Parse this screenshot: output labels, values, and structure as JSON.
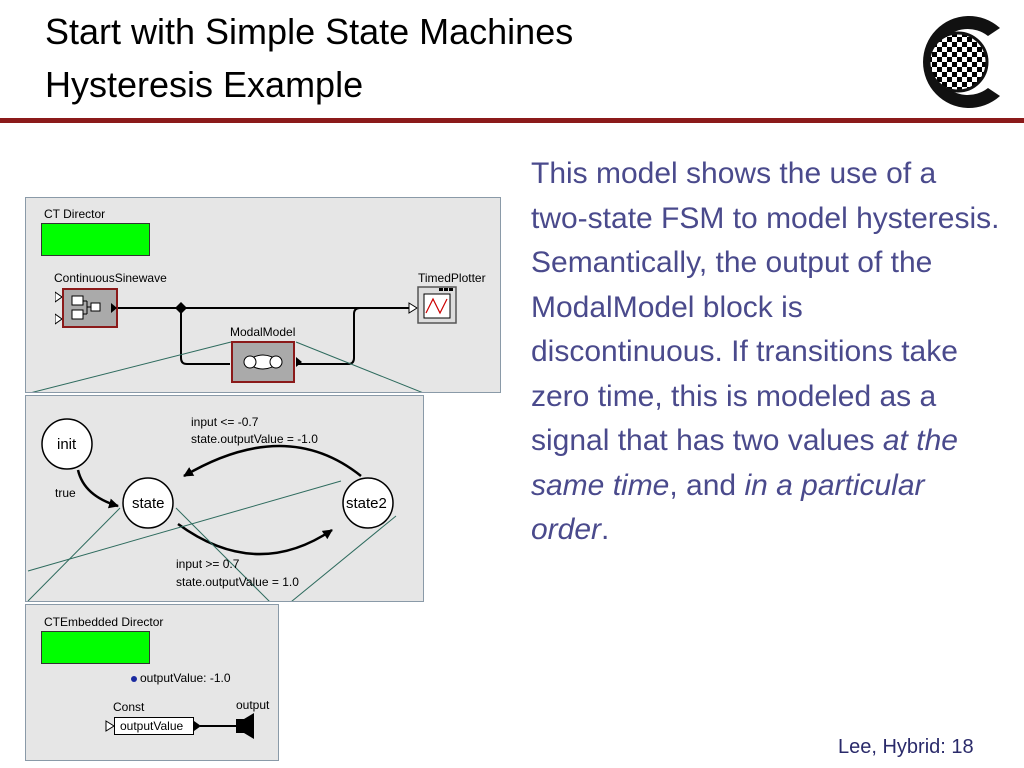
{
  "slide": {
    "title_line1": "Start with Simple State Machines",
    "title_line2": "Hysteresis Example",
    "footer": "Lee, Hybrid: 18",
    "body": {
      "p1": "This model shows the use of a two-state FSM to model hysteresis. Semantically, the output of the ModalModel block is discontinuous. If transitions take zero time, this is modeled as a signal that has two values ",
      "em1": "at the same time",
      "p2": ", and ",
      "em2": "in a particular order",
      "p3": "."
    }
  },
  "top_model": {
    "director": "CT Director",
    "sine": "ContinuousSinewave",
    "plotter": "TimedPlotter",
    "modal": "ModalModel"
  },
  "fsm": {
    "init": "init",
    "state": "state",
    "state2": "state2",
    "init_label": "true",
    "upper_guard": "input <= -0.7",
    "upper_action": "state.outputValue = -1.0",
    "lower_guard": "input >= 0.7",
    "lower_action": "state.outputValue = 1.0"
  },
  "refinement": {
    "director": "CTEmbedded Director",
    "param": "outputValue: -1.0",
    "const": "Const",
    "const_value": "outputValue",
    "output": "output"
  },
  "colors": {
    "title_rule": "#8b1a1a",
    "body_text": "#4a4a8c",
    "director_green": "#00ff00",
    "actor_border": "#8b1a1a"
  }
}
